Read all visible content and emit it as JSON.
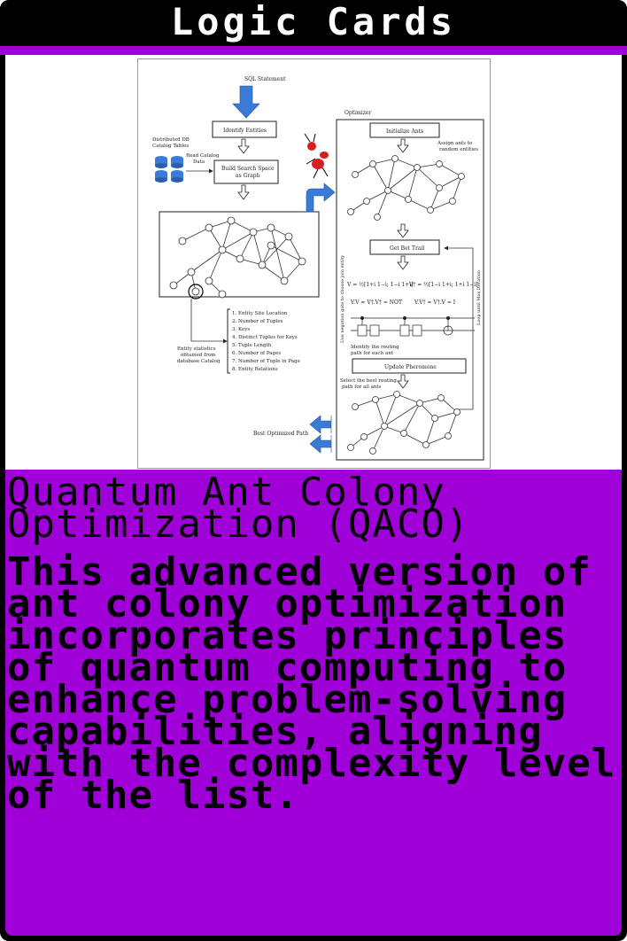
{
  "header": {
    "title": "Logic Cards"
  },
  "card": {
    "title": "Quantum Ant Colony Optimization (QACO)",
    "description": "This advanced version of ant colony optimization incorporates principles of quantum computing to enhance problem-solving capabilities, aligning with the complexity level of the list."
  },
  "diagram": {
    "sql_statement": "SQL Statement",
    "identify_entities": "Identify Entities",
    "distributed_db_line1": "Distributed DB",
    "distributed_db_line2": "Catalog Tables",
    "read_catalog_line1": "Read Catalog",
    "read_catalog_line2": "Data",
    "build_search_line1": "Build Search Space",
    "build_search_line2": "as Graph",
    "optimizer": "Optimizer",
    "initialize_ants": "Initialize Ants",
    "assign_ants_line1": "Assign ants to",
    "assign_ants_line2": "random entities",
    "get_best_trail": "Get Bet Trail",
    "side_label_left": "Use negation gate to choose join entity",
    "side_label_right": "Loop until Max Iteration",
    "matrix_v": "V = ½[1+i 1−i; 1−i 1+i]",
    "matrix_vt": "V† = ½[1−i 1+i; 1+i 1−i]",
    "gate_eq_left": "V.V = V†.V† = NOT",
    "gate_eq_right": "V.V† = V†.V = I",
    "identify_routing_line1": "Identify the routing",
    "identify_routing_line2": "path for each ant",
    "update_pheromone": "Update Pheromone",
    "select_best_line1": "Select the best routing",
    "select_best_line2": "path for all ants",
    "best_optimized_path": "Best Optimized Path",
    "entity_stats_line1": "Entity statistics",
    "entity_stats_line2": "obtained from",
    "entity_stats_line3": "database Catalog",
    "stats_list": [
      "1.  Entity Site Location",
      "2.  Number of Tuples",
      "3.  Keys",
      "4.  Distinct Tuples for Keys",
      "5.  Tuple Length",
      "6.  Number of Pages",
      "7.  Number of Tuple in Page",
      "8.  Entity Relations"
    ]
  },
  "colors": {
    "header_bg": "#000000",
    "accent": "#a000d8",
    "arrow_blue": "#3a7bd5",
    "ant_red": "#d42020"
  }
}
